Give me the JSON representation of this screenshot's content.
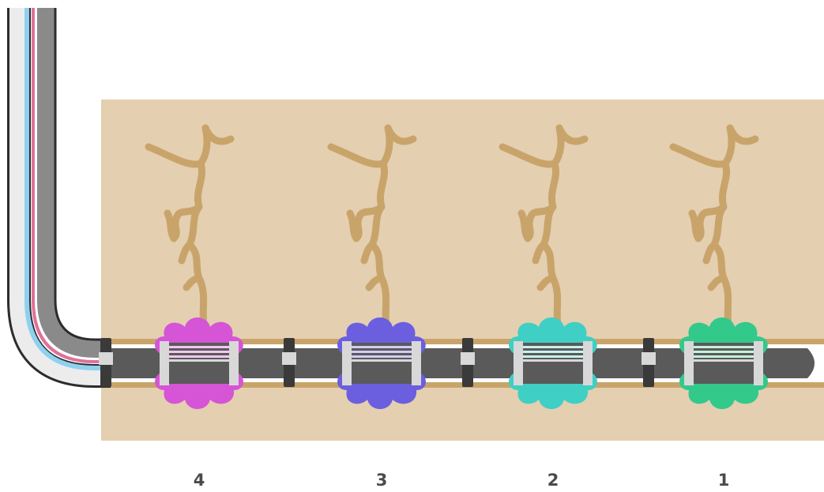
{
  "colors": {
    "formation": "#e4cfb1",
    "fracture": "#c9a46a",
    "pipe": "#5a5a5a",
    "band_white": "#ececec",
    "band_blue": "#8fd0ef",
    "band_pink": "#e0709a",
    "band_gray": "#8a8a8a",
    "packer_dark": "#3a3a3a",
    "packer_light": "#d8d8d8",
    "label": "#4a4a4a"
  },
  "stages": [
    {
      "label": "4",
      "color": "#d654d6",
      "stripe": "#f2c6f2"
    },
    {
      "label": "3",
      "color": "#6b5fdf",
      "stripe": "#d2ccf6"
    },
    {
      "label": "2",
      "color": "#3fcfc4",
      "stripe": "#c8f1ee"
    },
    {
      "label": "1",
      "color": "#32c98b",
      "stripe": "#c6f0dd"
    }
  ]
}
